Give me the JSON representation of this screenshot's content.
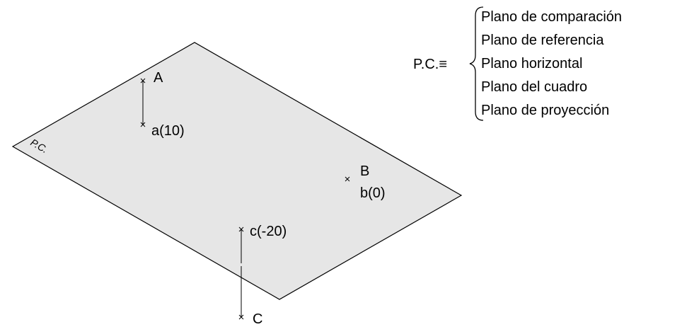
{
  "plane": {
    "label": "P.C.",
    "fill": "#e6e6e6",
    "stroke": "#000000"
  },
  "points": {
    "A": {
      "upper": "A",
      "lower": "a(10)"
    },
    "B": {
      "upper": "B",
      "lower": "b(0)"
    },
    "C": {
      "upper": "c(-20)",
      "lower": "C"
    }
  },
  "legend": {
    "prefix": "P.C.≡",
    "items": [
      "Plano de comparación",
      "Plano de referencia",
      "Plano horizontal",
      "Plano del cuadro",
      "Plano de proyección"
    ]
  }
}
